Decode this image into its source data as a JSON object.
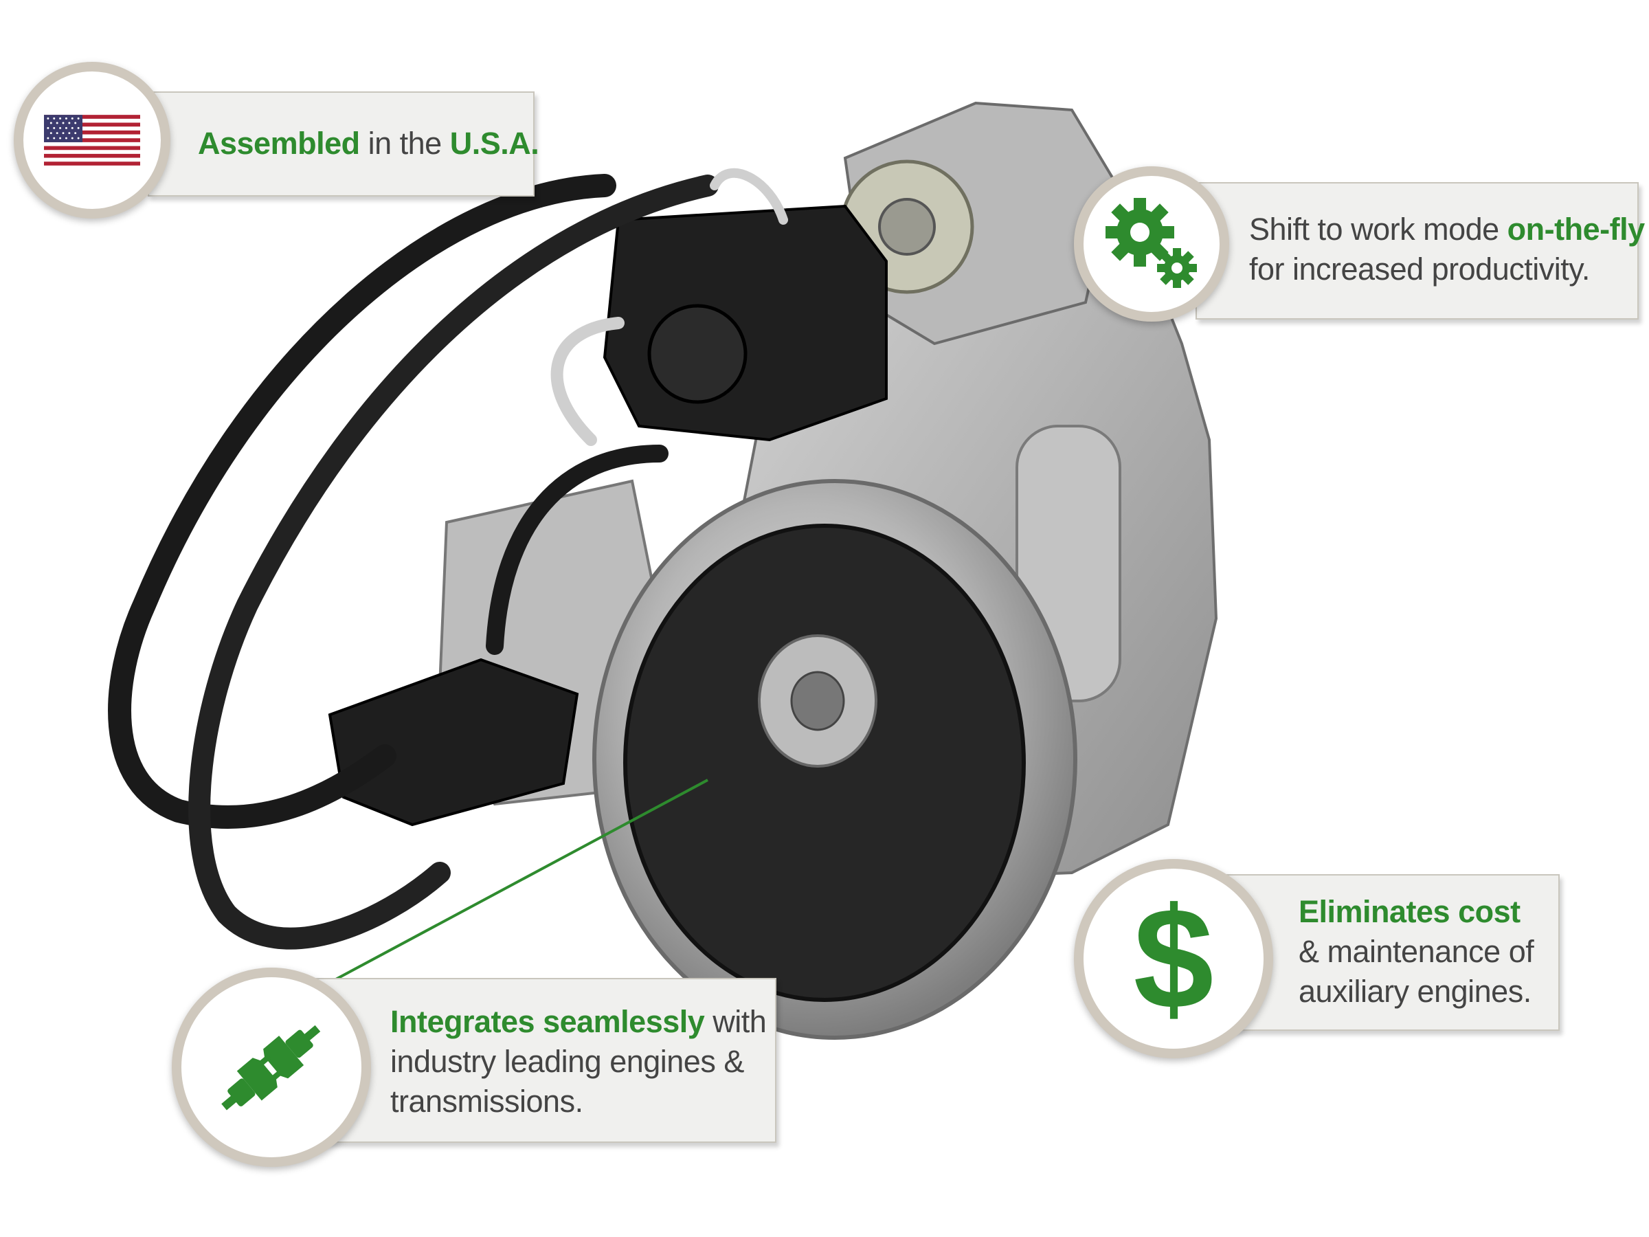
{
  "callouts": {
    "usa": {
      "highlight1": "Assembled",
      "text1": " in the ",
      "highlight2": "U.S.A."
    },
    "shift": {
      "text1": "Shift to work mode ",
      "highlight1": "on-the-fly",
      "line2": "for increased productivity."
    },
    "cost": {
      "highlight1": "Eliminates cost",
      "line2": "& maintenance of",
      "line3": "auxiliary engines."
    },
    "integrates": {
      "highlight1": "Integrates seamlessly",
      "text1": " with",
      "line2": "industry leading engines &",
      "line3": "transmissions."
    }
  },
  "icons": {
    "usa": "us-flag-icon",
    "shift": "gears-icon",
    "cost": "dollar-icon",
    "integrates": "plug-icon",
    "dollar_glyph": "$"
  },
  "colors": {
    "accent_green": "#2e8b2e",
    "text_gray": "#444444",
    "ring": "#cfc8bd",
    "box": "#f0f0ee"
  }
}
